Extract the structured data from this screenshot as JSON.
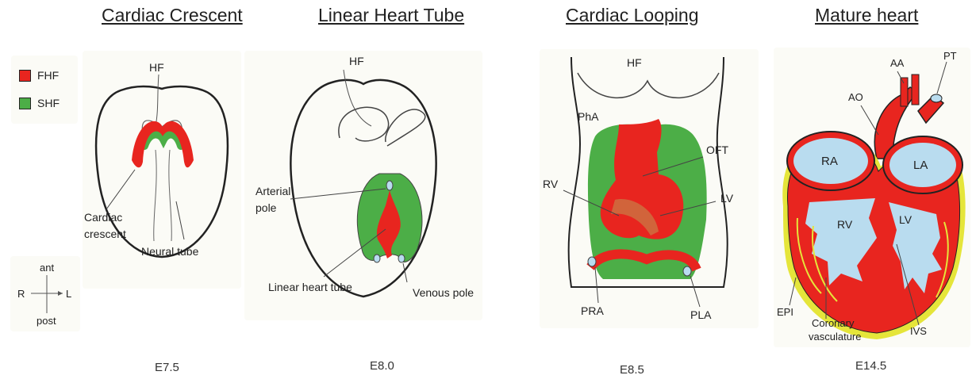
{
  "legend": {
    "items": [
      {
        "label": "FHF",
        "color": "#e8251f"
      },
      {
        "label": "SHF",
        "color": "#4cae47"
      }
    ]
  },
  "axes": {
    "ant": "ant",
    "post": "post",
    "left": "R",
    "right": "L"
  },
  "stages": [
    {
      "title": "Cardiac Crescent",
      "age": "E7.5",
      "labels": {
        "hf": "HF",
        "crescent_1": "Cardiac",
        "crescent_2": "crescent",
        "neural": "Neural tube"
      }
    },
    {
      "title": "Linear Heart Tube",
      "age": "E8.0",
      "labels": {
        "hf": "HF",
        "arterial_1": "Arterial",
        "arterial_2": "pole",
        "tube": "Linear heart tube",
        "venous": "Venous pole"
      }
    },
    {
      "title": "Cardiac Looping",
      "age": "E8.5",
      "labels": {
        "hf": "HF",
        "pha": "PhA",
        "oft": "OFT",
        "rv": "RV",
        "lv": "LV",
        "pra": "PRA",
        "pla": "PLA"
      }
    },
    {
      "title": "Mature heart",
      "age": "E14.5",
      "labels": {
        "aa": "AA",
        "pt": "PT",
        "ao": "AO",
        "ra": "RA",
        "la": "LA",
        "rv": "RV",
        "lv": "LV",
        "epi": "EPI",
        "coronary_1": "Coronary",
        "coronary_2": "vasculature",
        "ivs": "IVS"
      }
    }
  ],
  "colors": {
    "fhf": "#e8251f",
    "shf": "#4cae47",
    "chamber": "#b9dcef",
    "epi": "#e5e53a",
    "bg": "#fbfbf6",
    "outline": "#222222"
  }
}
